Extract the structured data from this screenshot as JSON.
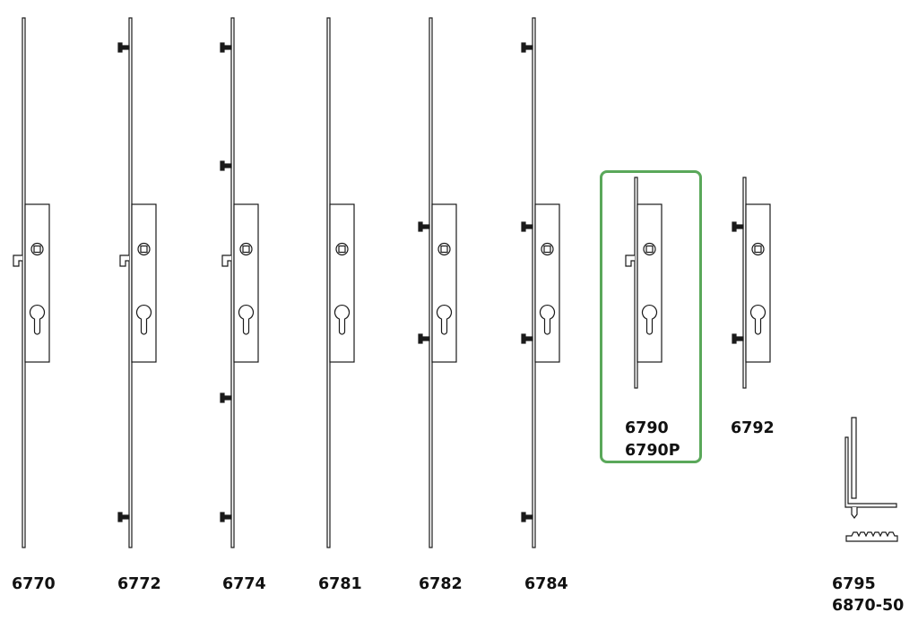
{
  "colors": {
    "line": "#1a1a1a",
    "background": "#ffffff",
    "selection": "#5aa85a"
  },
  "selected_item": "6790",
  "items": [
    {
      "code": "6770",
      "code2": ""
    },
    {
      "code": "6772",
      "code2": ""
    },
    {
      "code": "6774",
      "code2": ""
    },
    {
      "code": "6781",
      "code2": ""
    },
    {
      "code": "6782",
      "code2": ""
    },
    {
      "code": "6784",
      "code2": ""
    },
    {
      "code": "6790",
      "code2": "6790P"
    },
    {
      "code": "6792",
      "code2": ""
    },
    {
      "code": "6795",
      "code2": "6870-50"
    }
  ]
}
